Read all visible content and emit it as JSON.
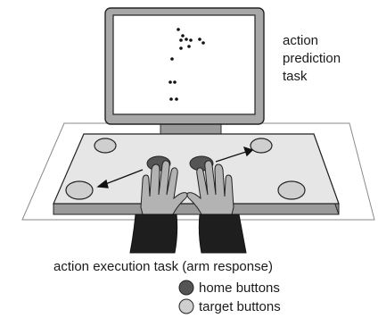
{
  "labels": {
    "task_top": [
      "action",
      "prediction",
      "task"
    ],
    "task_bottom": "action execution task (arm response)"
  },
  "legend": [
    {
      "label": "home buttons",
      "icon": "home-button-icon",
      "color": "#555555"
    },
    {
      "label": "target buttons",
      "icon": "target-button-icon",
      "color": "#cfcfcf"
    }
  ],
  "colors": {
    "monitor_frame": "#a8a8a8",
    "screen": "#ffffff",
    "table_top": "#e6e6e6",
    "table_edge": "#9a9a9a",
    "home_button": "#555555",
    "target_button": "#cfcfcf",
    "hands": "#b3b3b3",
    "sleeves": "#1e1e1e",
    "dots": "#111111"
  }
}
